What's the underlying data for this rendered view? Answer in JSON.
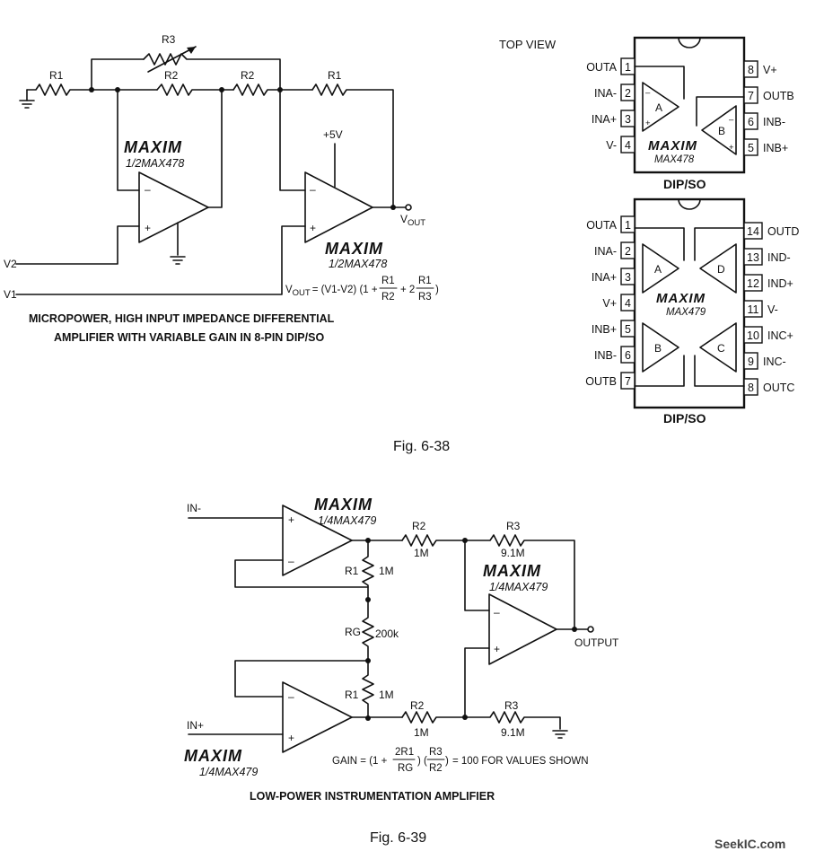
{
  "fig38": {
    "caption": "Fig. 6-38",
    "circuit_title_line1": "MICROPOWER, HIGH INPUT IMPEDANCE DIFFERENTIAL",
    "circuit_title_line2": "AMPLIFIER WITH VARIABLE GAIN IN 8-PIN DIP/SO",
    "brand": "MAXIM",
    "amp_part": "1/2MAX478",
    "labels": {
      "r1": "R1",
      "r2": "R2",
      "r3": "R3",
      "v2": "V2",
      "v1": "V1",
      "supply": "+5V",
      "vout": "V",
      "vout_sub": "OUT"
    },
    "formula": {
      "lhs": "V",
      "lhs_sub": "OUT",
      "mid": "= (V1-V2) (1 +",
      "f1n": "R1",
      "f1d": "R2",
      "plus2": "+ 2",
      "f2n": "R1",
      "f2d": "R3",
      "close": ")"
    },
    "top_view_label": "TOP VIEW",
    "max478": {
      "part": "MAX478",
      "package": "DIP/SO",
      "left_pins": [
        {
          "num": "1",
          "name": "OUTA"
        },
        {
          "num": "2",
          "name": "INA-"
        },
        {
          "num": "3",
          "name": "INA+"
        },
        {
          "num": "4",
          "name": "V-"
        }
      ],
      "right_pins": [
        {
          "num": "8",
          "name": "V+"
        },
        {
          "num": "7",
          "name": "OUTB"
        },
        {
          "num": "6",
          "name": "INB-"
        },
        {
          "num": "5",
          "name": "INB+"
        }
      ],
      "amps": [
        "A",
        "B"
      ]
    },
    "max479": {
      "part": "MAX479",
      "package": "DIP/SO",
      "left_pins": [
        {
          "num": "1",
          "name": "OUTA"
        },
        {
          "num": "2",
          "name": "INA-"
        },
        {
          "num": "3",
          "name": "INA+"
        },
        {
          "num": "4",
          "name": "V+"
        },
        {
          "num": "5",
          "name": "INB+"
        },
        {
          "num": "6",
          "name": "INB-"
        },
        {
          "num": "7",
          "name": "OUTB"
        }
      ],
      "right_pins": [
        {
          "num": "14",
          "name": "OUTD"
        },
        {
          "num": "13",
          "name": "IND-"
        },
        {
          "num": "12",
          "name": "IND+"
        },
        {
          "num": "11",
          "name": "V-"
        },
        {
          "num": "10",
          "name": "INC+"
        },
        {
          "num": "9",
          "name": "INC-"
        },
        {
          "num": "8",
          "name": "OUTC"
        }
      ],
      "amps": [
        "A",
        "D",
        "B",
        "C"
      ]
    }
  },
  "fig39": {
    "caption": "Fig. 6-39",
    "circuit_title": "LOW-POWER INSTRUMENTATION AMPLIFIER",
    "brand": "MAXIM",
    "amp_part": "1/4MAX479",
    "labels": {
      "in_minus": "IN-",
      "in_plus": "IN+",
      "output": "OUTPUT",
      "r1": "R1",
      "r1_val": "1M",
      "rg": "RG",
      "rg_val": "200k",
      "r2": "R2",
      "r2_val": "1M",
      "r3": "R3",
      "r3_val": "9.1M"
    },
    "formula": {
      "lhs": "GAIN = (1 +",
      "f1n": "2R1",
      "f1d": "RG",
      "mid": ")",
      "f2n": "R3",
      "f2d": "R2",
      "rhs": "= 100 FOR VALUES SHOWN"
    }
  },
  "watermark": "SeekIC.com"
}
